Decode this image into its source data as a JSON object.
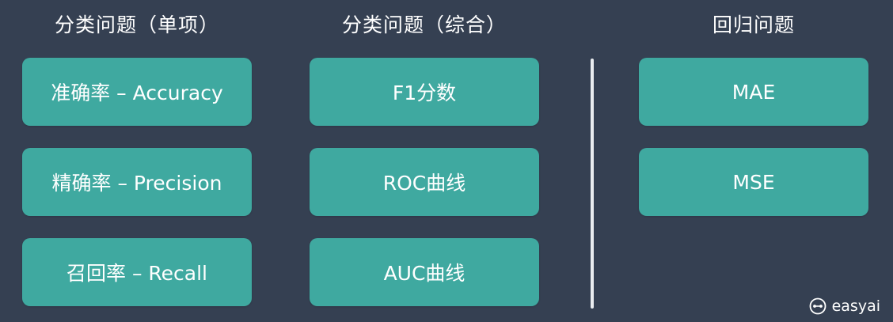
{
  "columns": [
    {
      "heading": "分类问题（单项）",
      "items": [
        "准确率 – Accuracy",
        "精确率 – Precision",
        "召回率 – Recall"
      ]
    },
    {
      "heading": "分类问题（综合）",
      "items": [
        "F1分数",
        "ROC曲线",
        "AUC曲线"
      ]
    },
    {
      "heading": "回归问题",
      "items": [
        "MAE",
        "MSE"
      ]
    }
  ],
  "branding": {
    "name": "easyai",
    "icon": "link-icon"
  },
  "colors": {
    "background": "#354052",
    "card": "#3fa9a0",
    "text": "#ffffff",
    "divider": "#e9ecef"
  }
}
